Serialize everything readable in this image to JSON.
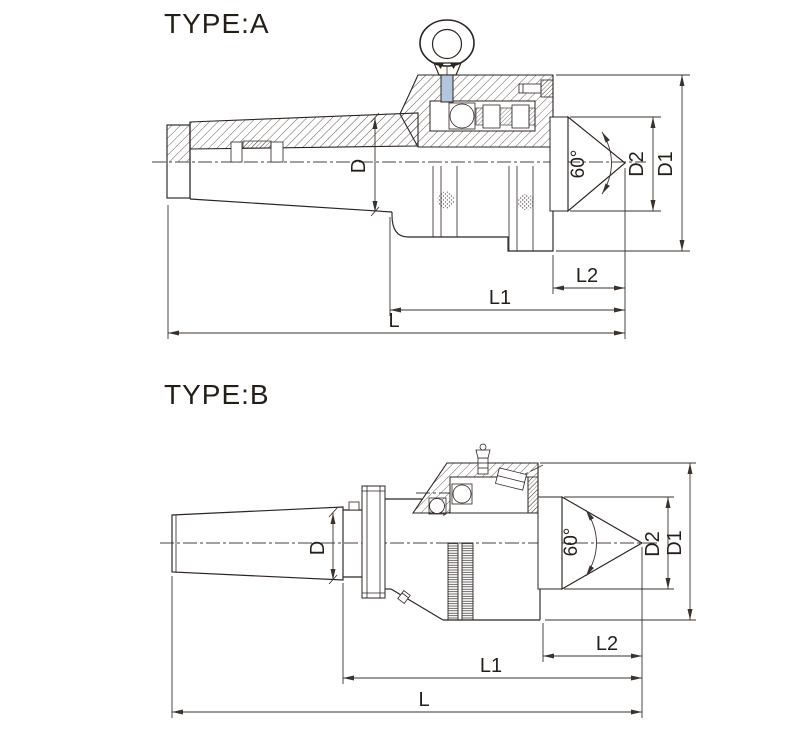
{
  "drawing": {
    "type_a": {
      "title": "TYPE:A",
      "dim_d": "D",
      "dim_d2": "D2",
      "dim_d1": "D1",
      "dim_angle": "60°",
      "dim_l2": "L2",
      "dim_l1": "L1",
      "dim_l": "L"
    },
    "type_b": {
      "title": "TYPE:B",
      "dim_d": "D",
      "dim_d2": "D2",
      "dim_d1": "D1",
      "dim_angle": "60°",
      "dim_l2": "L2",
      "dim_l1": "L1",
      "dim_l": "L"
    }
  },
  "colors": {
    "line": "#2b2421",
    "highlight_blue": "#b3c6dd",
    "background": "#ffffff"
  }
}
